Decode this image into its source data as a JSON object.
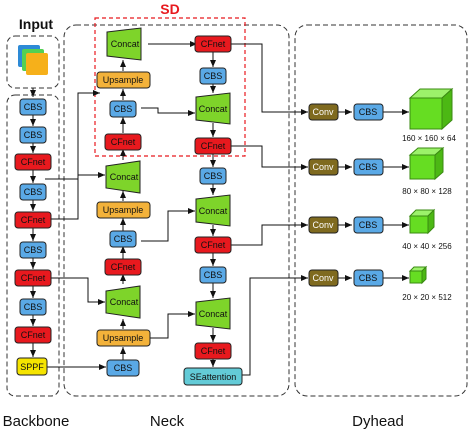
{
  "sections": {
    "input": "Input",
    "backbone": "Backbone",
    "neck": "Neck",
    "dyhead": "Dyhead",
    "sd": "SD"
  },
  "labels": {
    "cbs": "CBS",
    "cfnet": "CFnet",
    "sppf": "SPPF",
    "concat": "Concat",
    "upsample": "Upsample",
    "seattention": "SEattention",
    "conv": "Conv"
  },
  "outputs": [
    "160 × 160 × 64",
    "80 × 80 × 128",
    "40 × 40 × 256",
    "20 × 20 × 512"
  ],
  "colors": {
    "cbs": "#5aa9e6",
    "cfnet": "#e8191e",
    "sppf": "#f5e400",
    "upsample": "#f3b23a",
    "concat": "#7ed42a",
    "seattention": "#63cbd7",
    "conv": "#7f6a1f",
    "cube": "#66dd22",
    "sd_border": "#e8191e"
  }
}
